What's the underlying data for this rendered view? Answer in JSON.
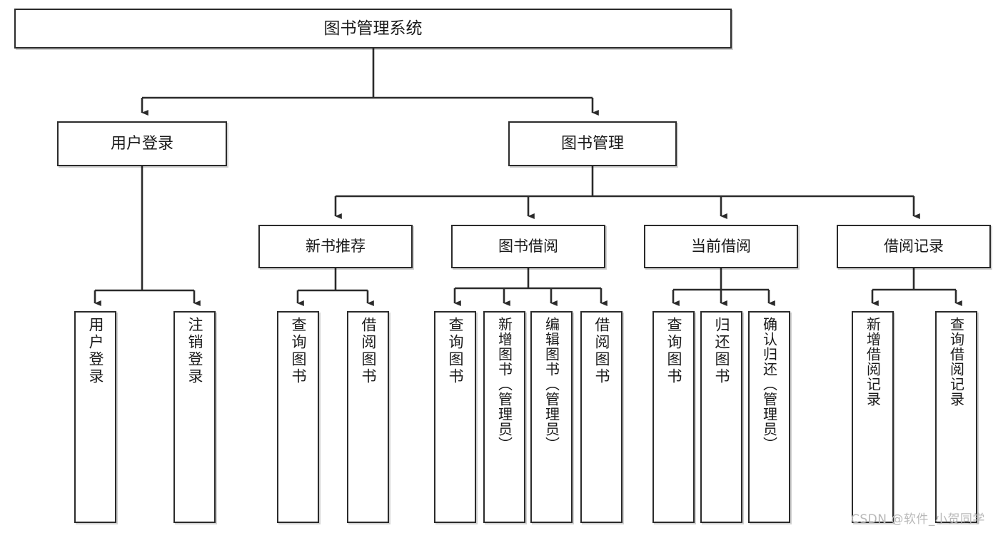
{
  "diagram": {
    "title": "图书管理系统",
    "type": "tree-hierarchy-diagram",
    "colors": {
      "stroke": "#2b2b2b",
      "fill": "#ffffff",
      "text": "#1a1a1a",
      "watermark": "#b9b9b9"
    },
    "nodes": {
      "root": {
        "label": "图书管理系统"
      },
      "level2": [
        {
          "id": "user-login",
          "label": "用户登录"
        },
        {
          "id": "book-management",
          "label": "图书管理"
        }
      ],
      "level3": [
        {
          "id": "new-book-recommend",
          "label": "新书推荐"
        },
        {
          "id": "book-borrow",
          "label": "图书借阅"
        },
        {
          "id": "current-borrow",
          "label": "当前借阅"
        },
        {
          "id": "borrow-record",
          "label": "借阅记录"
        }
      ],
      "leaves": {
        "user_login": [
          {
            "id": "leaf-user-login",
            "label": "用户登录"
          },
          {
            "id": "leaf-logout-login",
            "label": "注销登录"
          }
        ],
        "new_book_recommend": [
          {
            "id": "leaf-query-book-1",
            "label": "查询图书"
          },
          {
            "id": "leaf-borrow-book-1",
            "label": "借阅图书"
          }
        ],
        "book_borrow": [
          {
            "id": "leaf-query-book-2",
            "label": "查询图书"
          },
          {
            "id": "leaf-add-book",
            "label": "新增图书（管理员）"
          },
          {
            "id": "leaf-edit-book",
            "label": "编辑图书（管理员）"
          },
          {
            "id": "leaf-borrow-book-2",
            "label": "借阅图书"
          }
        ],
        "current_borrow": [
          {
            "id": "leaf-query-book-3",
            "label": "查询图书"
          },
          {
            "id": "leaf-return-book",
            "label": "归还图书"
          },
          {
            "id": "leaf-confirm-return",
            "label": "确认归还（管理员）"
          }
        ],
        "borrow_record": [
          {
            "id": "leaf-add-borrow-record",
            "label": "新增借阅记录"
          },
          {
            "id": "leaf-query-borrow-record",
            "label": "查询借阅记录"
          }
        ]
      }
    },
    "watermark": "CSDN @软件_小贺同学"
  }
}
